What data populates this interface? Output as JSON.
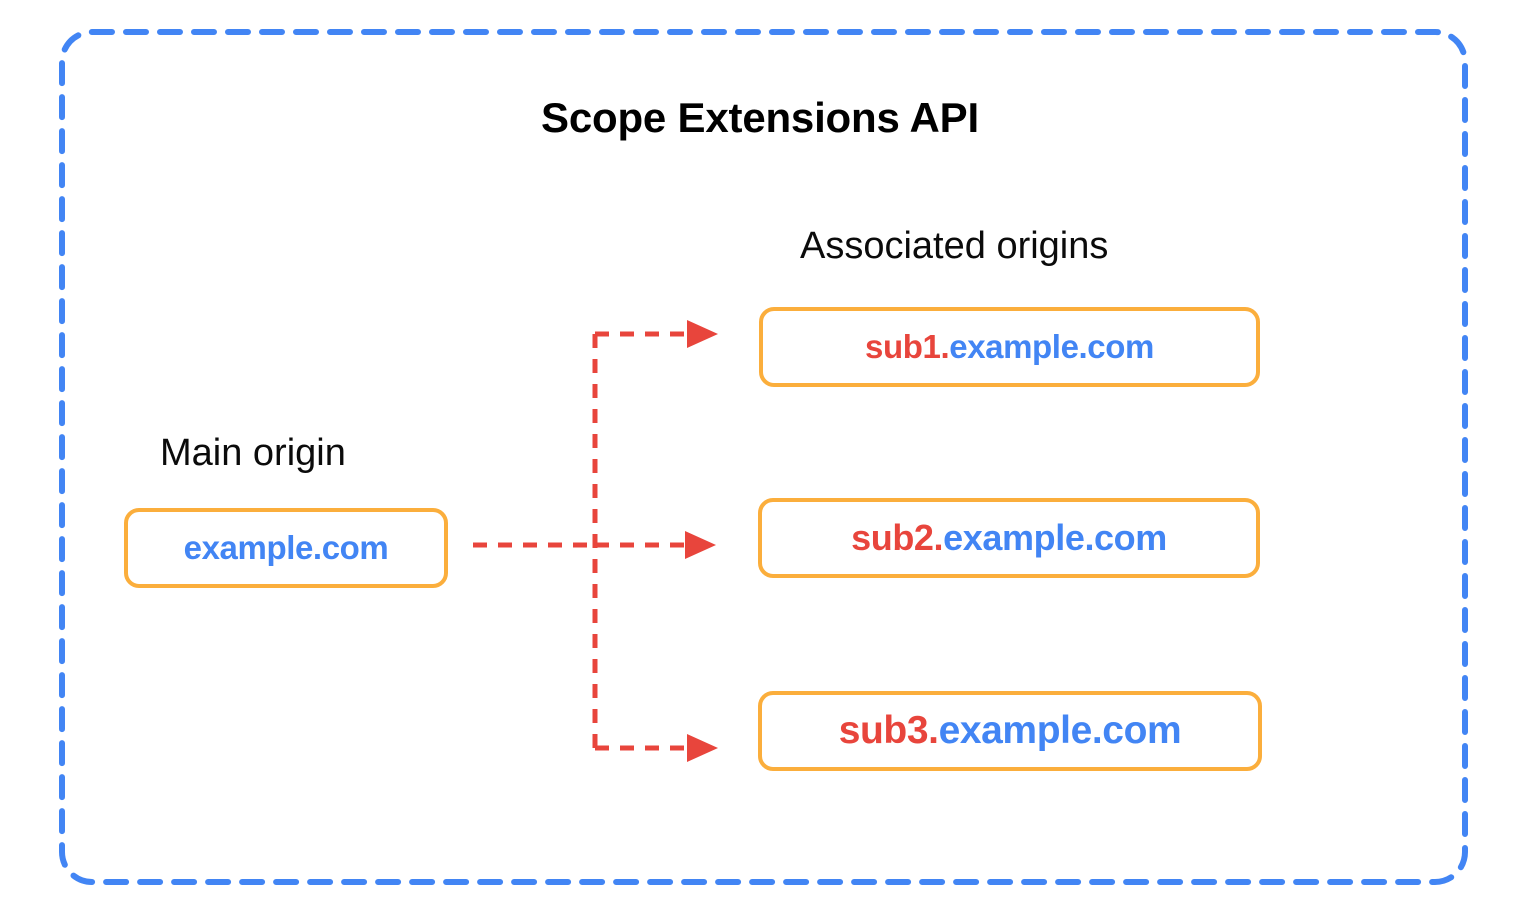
{
  "diagram": {
    "title": "Scope Extensions API",
    "frame": {
      "style": "dashed-rounded-rectangle",
      "color": "#4285F4"
    },
    "labels": {
      "main_origin": "Main origin",
      "associated_origins": "Associated origins"
    },
    "main_origin": {
      "sub": "",
      "domain": "example.com",
      "full": "example.com"
    },
    "associated_origins": [
      {
        "sub": "sub1.",
        "domain": "example.com",
        "full": "sub1.example.com"
      },
      {
        "sub": "sub2.",
        "domain": "example.com",
        "full": "sub2.example.com"
      },
      {
        "sub": "sub3.",
        "domain": "example.com",
        "full": "sub3.example.com"
      }
    ],
    "connectors": {
      "style": "dashed-arrow",
      "color": "#E8453C",
      "count": 3,
      "description": "Main origin branches to three associated origins"
    },
    "colors": {
      "frame_blue": "#4285F4",
      "box_orange": "#FBAE3C",
      "arrow_red": "#E8453C",
      "subdomain_red": "#E8453C",
      "domain_blue": "#4285F4",
      "text_black": "#0b0b0b",
      "background": "#ffffff"
    }
  }
}
